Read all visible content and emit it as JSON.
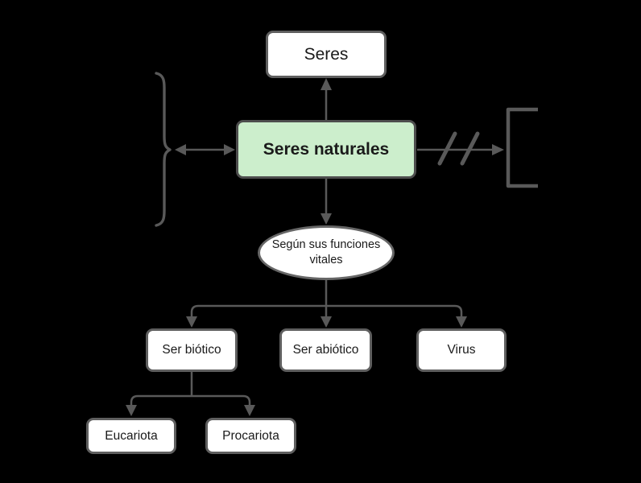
{
  "diagram": {
    "title_implicit": "Concept map of living/natural beings",
    "colors": {
      "background": "#000000",
      "connector": "#595959",
      "node_fill": "#ffffff",
      "node_border": "#5f5f5f",
      "accent_node_fill": "#cceecc",
      "accent_node_border": "#4d4d4d",
      "text": "#1a1a1a"
    },
    "nodes": {
      "seres": {
        "label": "Seres",
        "shape": "rounded-rect"
      },
      "seres_naturales": {
        "label": "Seres naturales",
        "shape": "rounded-rect",
        "emphasis": "bold-green"
      },
      "funciones": {
        "label": "Según sus funciones vitales",
        "shape": "ellipse"
      },
      "ser_biotico": {
        "label": "Ser biótico",
        "shape": "rounded-rect"
      },
      "ser_abiotico": {
        "label": "Ser abiótico",
        "shape": "rounded-rect"
      },
      "virus": {
        "label": "Virus",
        "shape": "rounded-rect"
      },
      "eucariota": {
        "label": "Eucariota",
        "shape": "rounded-rect"
      },
      "procariota": {
        "label": "Procariota",
        "shape": "rounded-rect"
      }
    },
    "symbols": {
      "left_brace": "curly-brace-icon",
      "right_bracket": "square-bracket-icon",
      "break_marks": "double-slash-icon"
    },
    "edges": [
      {
        "from": "seres_naturales",
        "to": "seres",
        "style": "arrow-up"
      },
      {
        "from": "left_brace",
        "to": "seres_naturales",
        "style": "double-headed-arrow"
      },
      {
        "from": "seres_naturales",
        "to": "right_bracket",
        "style": "arrow-right-with-break"
      },
      {
        "from": "seres_naturales",
        "to": "funciones",
        "style": "arrow-down"
      },
      {
        "from": "funciones",
        "to": "ser_biotico",
        "style": "branch-arrow"
      },
      {
        "from": "funciones",
        "to": "ser_abiotico",
        "style": "branch-arrow"
      },
      {
        "from": "funciones",
        "to": "virus",
        "style": "branch-arrow"
      },
      {
        "from": "ser_biotico",
        "to": "eucariota",
        "style": "branch-arrow"
      },
      {
        "from": "ser_biotico",
        "to": "procariota",
        "style": "branch-arrow"
      }
    ]
  }
}
